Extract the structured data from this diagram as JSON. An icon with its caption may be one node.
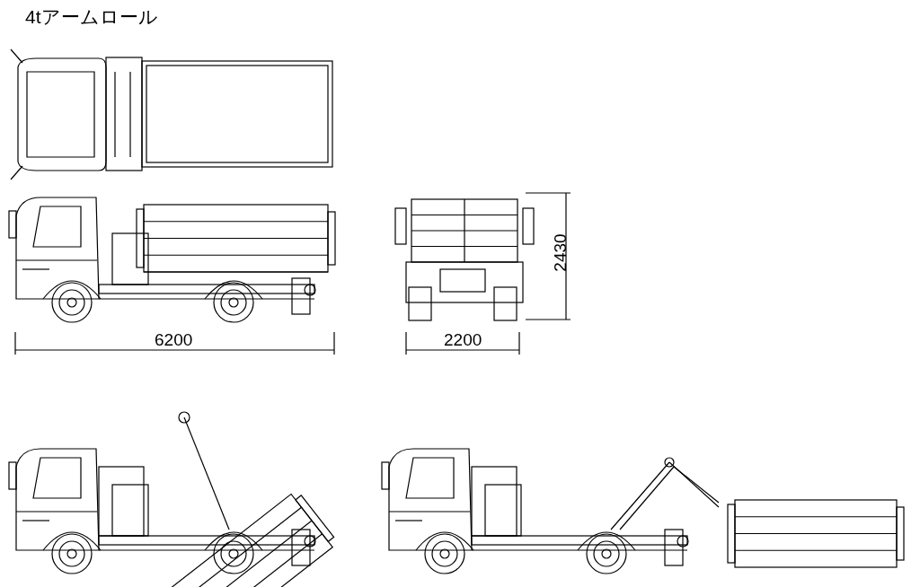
{
  "diagram": {
    "title": "4tアームロール",
    "labels": [
      "6200",
      "2200",
      "2430"
    ]
  }
}
